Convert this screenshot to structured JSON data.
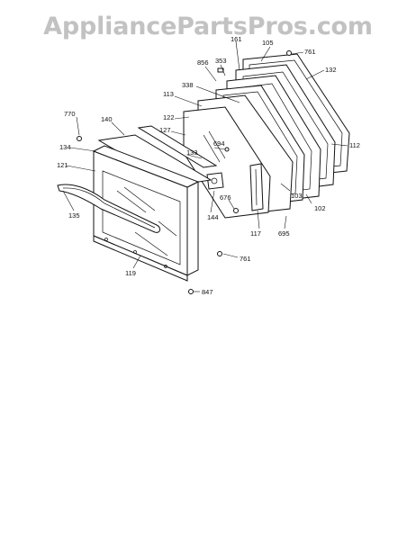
{
  "watermark": {
    "text": "AppliancePartsPros.com"
  },
  "callouts": [
    {
      "id": "p105",
      "text": "105"
    },
    {
      "id": "p761a",
      "text": "761"
    },
    {
      "id": "p856",
      "text": "856"
    },
    {
      "id": "p353",
      "text": "353"
    },
    {
      "id": "p161",
      "text": "161"
    },
    {
      "id": "p132",
      "text": "132"
    },
    {
      "id": "p338",
      "text": "338"
    },
    {
      "id": "p113",
      "text": "113"
    },
    {
      "id": "p770",
      "text": "770"
    },
    {
      "id": "p140",
      "text": "140"
    },
    {
      "id": "p122",
      "text": "122"
    },
    {
      "id": "p127",
      "text": "127"
    },
    {
      "id": "p134",
      "text": "134"
    },
    {
      "id": "p133",
      "text": "133"
    },
    {
      "id": "p694",
      "text": "694"
    },
    {
      "id": "p112",
      "text": "112"
    },
    {
      "id": "p121",
      "text": "121"
    },
    {
      "id": "p103",
      "text": "103"
    },
    {
      "id": "p676",
      "text": "676"
    },
    {
      "id": "p102",
      "text": "102"
    },
    {
      "id": "p135",
      "text": "135"
    },
    {
      "id": "p144",
      "text": "144"
    },
    {
      "id": "p117",
      "text": "117"
    },
    {
      "id": "p695",
      "text": "695"
    },
    {
      "id": "p761b",
      "text": "761"
    },
    {
      "id": "p119",
      "text": "119"
    },
    {
      "id": "p847",
      "text": "847"
    }
  ]
}
